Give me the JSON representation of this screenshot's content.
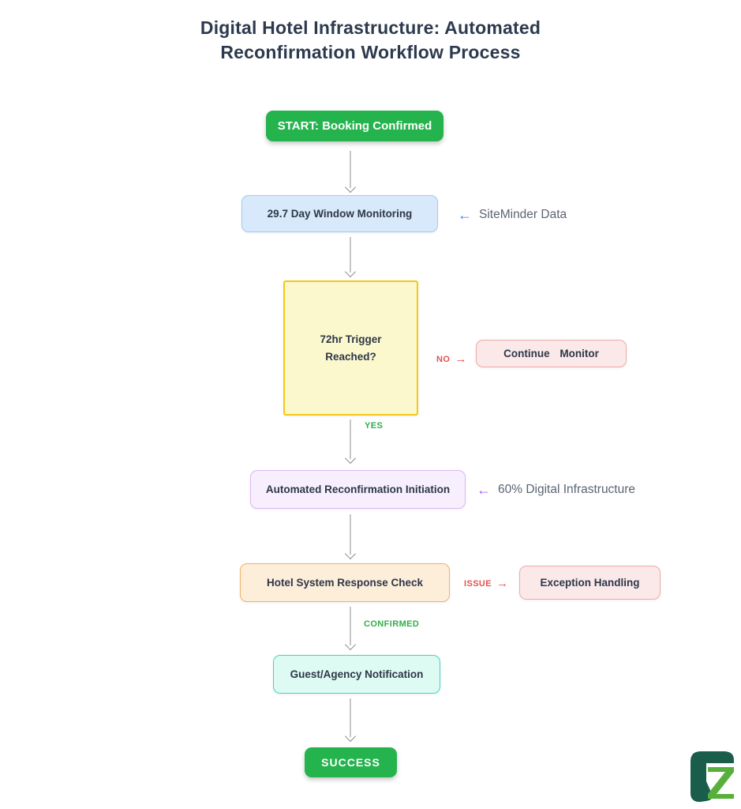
{
  "title": {
    "line1": "Digital Hotel Infrastructure: Automated",
    "line2": "Reconfirmation Workflow Process"
  },
  "flow": {
    "start": "START: Booking Confirmed",
    "window_monitoring": "29.7 Day Window Monitoring",
    "trigger_question_line1": "72hr Trigger",
    "trigger_question_line2": "Reached?",
    "continue_monitor": "Continue Monitor",
    "reconfirmation_initiation": "Automated Reconfirmation Initiation",
    "response_check": "Hotel System Response Check",
    "exception_handling": "Exception Handling",
    "notification": "Guest/Agency Notification",
    "success": "SUCCESS"
  },
  "annotations": {
    "siteminder": {
      "arrow": "←",
      "text": "SiteMinder Data"
    },
    "digital_infrastructure": {
      "arrow": "←",
      "text": "60% Digital Infrastructure"
    }
  },
  "edge_labels": {
    "no": "NO",
    "yes": "YES",
    "issue": "ISSUE",
    "confirmed": "CONFIRMED",
    "arrow_right": "→"
  },
  "colors": {
    "button_green": "#25b34d",
    "edge_label_green": "#2fae49",
    "edge_label_red": "#e25252",
    "annotation_arrow_blue": "#4285f4",
    "annotation_arrow_purple": "#a855f7",
    "annotation_text_gray": "#5a6472",
    "box_blue_bg": "#d9e9fc",
    "box_blue_border": "#a5c9f3",
    "box_yellow_bg": "#fcf8cd",
    "box_yellow_border": "#f6c714",
    "box_purple_bg": "#f7effe",
    "box_purple_border": "#dbb8f5",
    "box_orange_bg": "#fdeeda",
    "box_orange_border": "#f2b269",
    "box_teal_bg": "#defbf3",
    "box_teal_border": "#43d6be",
    "box_pink_bg": "#fbe9e9",
    "box_pink_border": "#f2a9a9",
    "connector_gray": "#8e8e96",
    "title_text": "#2d3a4e",
    "node_text": "#2d3748",
    "logo_dark_green": "#1a5d4a",
    "logo_light_green": "#56b03a"
  }
}
